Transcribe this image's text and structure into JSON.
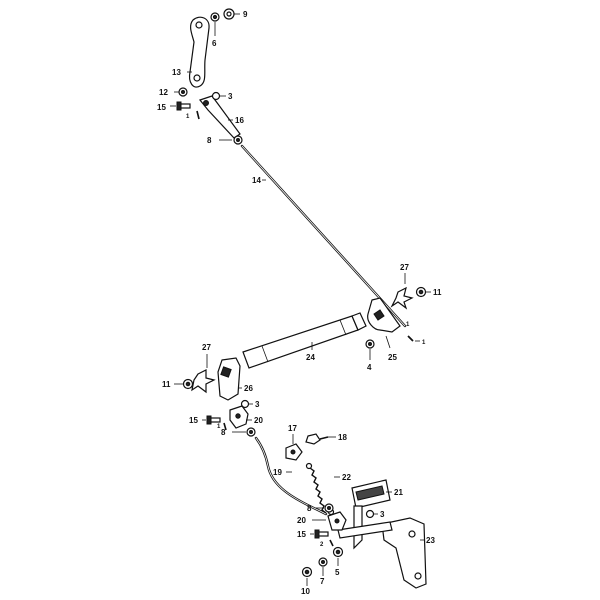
{
  "callouts": {
    "n1a": "1",
    "n1b": "1",
    "n1c": "1",
    "n1d": "1",
    "n3a": "3",
    "n3b": "3",
    "n3c": "3",
    "n4": "4",
    "n5": "5",
    "n6": "6",
    "n7": "7",
    "n8a": "8",
    "n8b": "8",
    "n8c": "8",
    "n9": "9",
    "n10": "10",
    "n11a": "11",
    "n11b": "11",
    "n12": "12",
    "n13": "13",
    "n14": "14",
    "n15a": "15",
    "n15b": "15",
    "n15c": "15",
    "n16": "16",
    "n17": "17",
    "n18": "18",
    "n19": "19",
    "n20a": "20",
    "n20b": "20",
    "n21": "21",
    "n22": "22",
    "n23": "23",
    "n24": "24",
    "n25": "25",
    "n27a": "27",
    "n27b": "27",
    "n26": "26",
    "n2": "2"
  }
}
